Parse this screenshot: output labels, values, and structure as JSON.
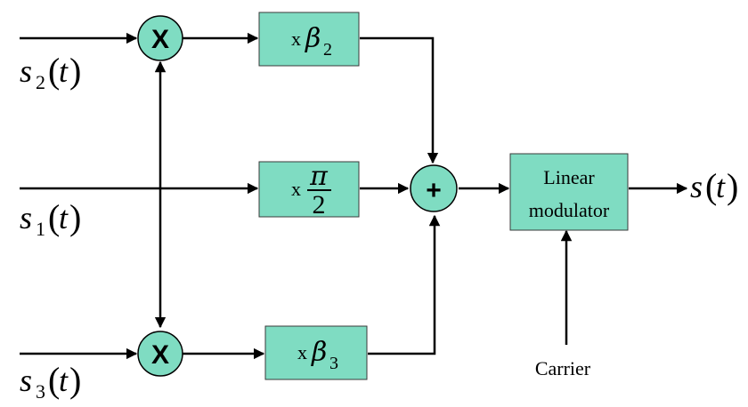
{
  "inputs": {
    "s2": {
      "symbol": "s",
      "sub": "2",
      "open": "(",
      "arg": "t",
      "close": ")"
    },
    "s1": {
      "symbol": "s",
      "sub": "1",
      "open": "(",
      "arg": "t",
      "close": ")"
    },
    "s3": {
      "symbol": "s",
      "sub": "3",
      "open": "(",
      "arg": "t",
      "close": ")"
    }
  },
  "multipliers": {
    "top": {
      "sign": "X"
    },
    "bottom": {
      "sign": "X"
    }
  },
  "gains": {
    "beta2": {
      "prefix": "x",
      "symbol": "β",
      "sub": "2"
    },
    "pi_half": {
      "prefix": "x",
      "numerator": "π",
      "denominator": "2"
    },
    "beta3": {
      "prefix": "x",
      "symbol": "β",
      "sub": "3"
    }
  },
  "summer": {
    "sign": "+"
  },
  "modulator": {
    "line1": "Linear",
    "line2": "modulator"
  },
  "carrier": {
    "label": "Carrier"
  },
  "output": {
    "symbol": "s",
    "open": "(",
    "arg": "t",
    "close": ")"
  },
  "colors": {
    "block_fill": "#7fdcc2",
    "wire": "#000000"
  }
}
